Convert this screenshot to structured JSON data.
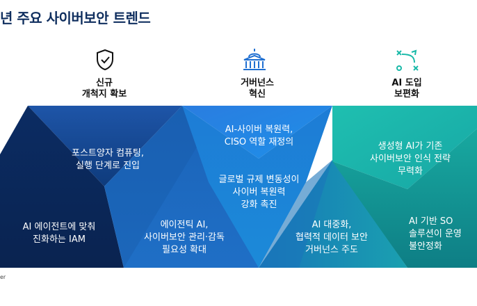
{
  "title": "년 주요 사이버보안 트렌드",
  "columns": [
    {
      "label": "신규\n개척지 확보",
      "icon": "shield-check-icon"
    },
    {
      "label": "거버넌스\n혁신",
      "icon": "government-building-icon"
    },
    {
      "label": "AI 도입\n보편화",
      "icon": "strategy-play-icon"
    }
  ],
  "segments": {
    "s1": "포스트양자 컴퓨팅,\n실행 단계로 진입",
    "s2": "AI 에이전트에 맞춰\n진화하는 IAM",
    "s3": "에이전틱 AI,\n사이버보안 관리·감독\n필요성 확대",
    "s4": "AI-사이버 복원력,\nCISO 역할 재정의",
    "s5": "글로벌 규제 변동성이\n사이버 복원력\n강화 촉진",
    "s6": "AI 대중화,\n협력적 데이터 보안\n거버넌스 주도",
    "s7": "생성형 AI가 기존\n사이버보안 인식 전략\n무력화",
    "s8": "AI 기반 SO\n솔루션이 운영\n불안정화"
  },
  "footer": "er",
  "colors": {
    "navy": "#0f2e5e",
    "dark_blue": "#0d3a7a",
    "mid_blue": "#1a5fb4",
    "bright_blue": "#1f8fe0",
    "teal_blue": "#1a7fb0",
    "teal": "#1dbfae",
    "teal_dark": "#158c8a"
  }
}
